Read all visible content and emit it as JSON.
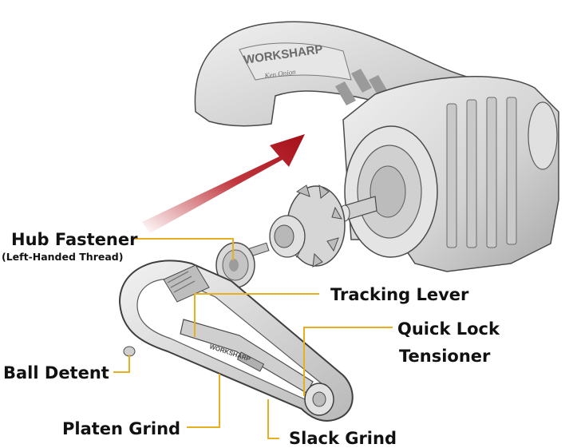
{
  "brand": {
    "name": "WORKSHARP",
    "sub": "Ken Onion"
  },
  "labels": {
    "hub_fastener": "Hub Fastener",
    "hub_fastener_note": "(Left-Handed Thread)",
    "tracking_lever": "Tracking Lever",
    "quick_lock_1": "Quick Lock",
    "quick_lock_2": "Tensioner",
    "ball_detent": "Ball Detent",
    "platen_grind": "Platen Grind",
    "slack_grind": "Slack Grind"
  },
  "colors": {
    "leader": "#e8b021",
    "arrow": "#b5121b",
    "part": "#dcdcdc",
    "part_dark": "#9a9a9a",
    "outline": "#4a4a4a",
    "text": "#111111"
  }
}
